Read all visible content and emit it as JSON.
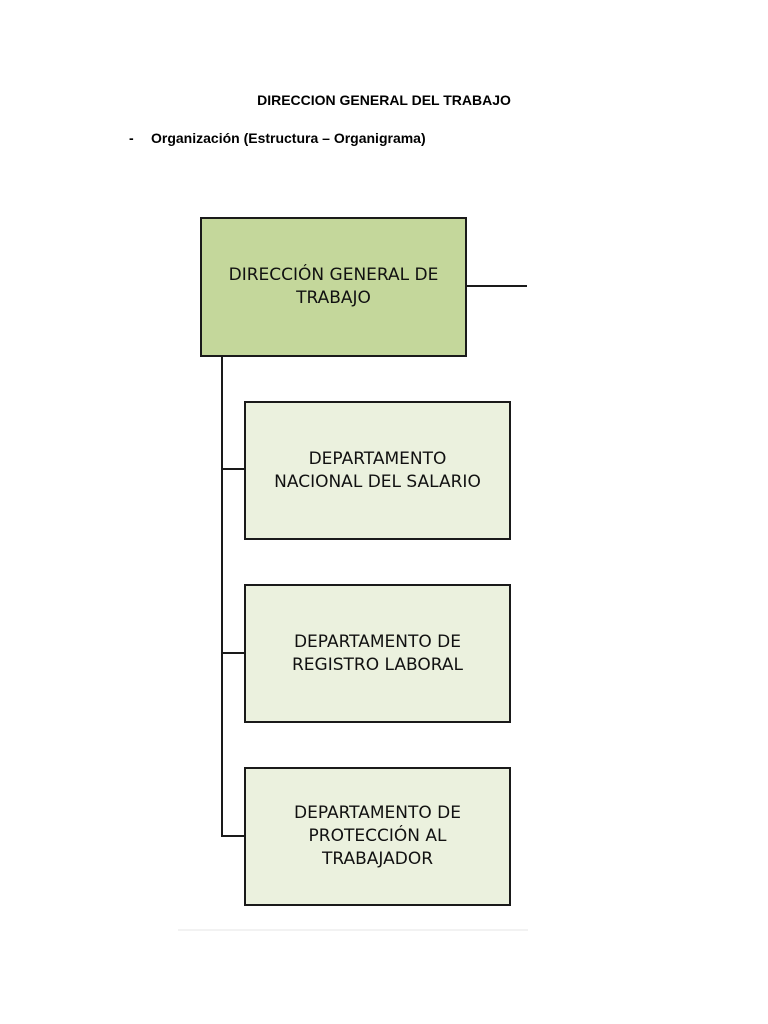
{
  "document": {
    "title": "DIRECCION GENERAL DEL TRABAJO",
    "bullet": {
      "marker": "-",
      "text": "Organización (Estructura – Organigrama)"
    }
  },
  "org_chart": {
    "root": {
      "label": "DIRECCIÓN GENERAL DE\nTRABAJO",
      "fill_color": "#c4d79b"
    },
    "departments": [
      {
        "label": "DEPARTAMENTO\nNACIONAL DEL SALARIO"
      },
      {
        "label": "DEPARTAMENTO DE\nREGISTRO LABORAL"
      },
      {
        "label": "DEPARTAMENTO DE\nPROTECCIÓN AL\nTRABAJADOR"
      }
    ],
    "department_fill_color": "#ebf1de",
    "line_color": "#1a1a1a"
  }
}
